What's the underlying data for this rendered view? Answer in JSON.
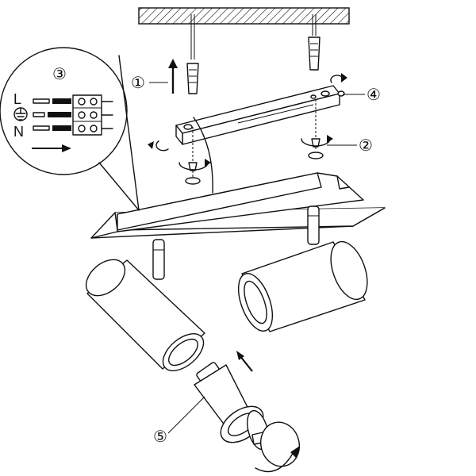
{
  "callouts": {
    "step1": "①",
    "step2": "②",
    "step3": "③",
    "step4": "④",
    "step5": "⑤"
  },
  "wiring": {
    "live": "L",
    "neutral": "N",
    "earth_icon": "earth-ground-icon"
  },
  "colors": {
    "line": "#111111",
    "background": "#ffffff"
  }
}
